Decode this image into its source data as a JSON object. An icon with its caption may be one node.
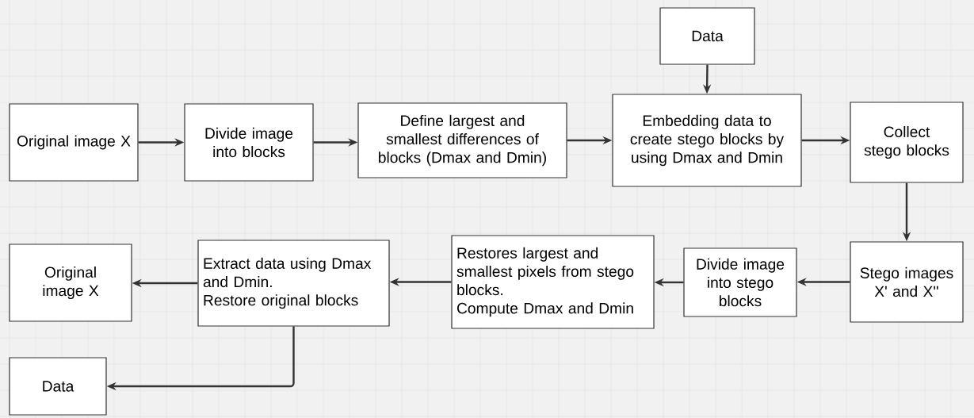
{
  "diagram": {
    "nodes": [
      {
        "text": [
          "Original image X"
        ]
      },
      {
        "text": [
          "Divide image into blocks"
        ]
      },
      {
        "text": [
          "Define largest and smallest differences of blocks (Dmax and Dmin)"
        ]
      },
      {
        "text": [
          "Data"
        ]
      },
      {
        "text": [
          "Embedding data to create stego blocks by using Dmax and Dmin"
        ]
      },
      {
        "text": [
          "Collect stego blocks"
        ]
      },
      {
        "text": [
          "Stego images X' and X''"
        ]
      },
      {
        "text": [
          "Divide image into stego blocks"
        ]
      },
      {
        "text": [
          "Restores largest and smallest pixels from stego blocks.",
          "Compute Dmax and Dmin"
        ]
      },
      {
        "text": [
          "Extract data using Dmax and Dmin.",
          "Restore original blocks"
        ]
      },
      {
        "text": [
          "Original image X"
        ]
      },
      {
        "text": [
          "Data"
        ]
      }
    ],
    "edges": [
      {
        "from": 0,
        "to": 1,
        "arrow": "to"
      },
      {
        "from": 1,
        "to": 2,
        "arrow": "to"
      },
      {
        "from": 2,
        "to": 4,
        "arrow": "to"
      },
      {
        "from": 3,
        "to": 4,
        "arrow": "to"
      },
      {
        "from": 4,
        "to": 5,
        "arrow": "to"
      },
      {
        "from": 5,
        "to": 6,
        "arrow": "to"
      },
      {
        "from": 6,
        "to": 7,
        "arrow": "to"
      },
      {
        "from": 7,
        "to": 8,
        "arrow": "to"
      },
      {
        "from": 8,
        "to": 9,
        "arrow": "to"
      },
      {
        "from": 9,
        "to": 10,
        "arrow": "to"
      },
      {
        "from": 9,
        "to": 11,
        "arrow": "to"
      }
    ]
  }
}
